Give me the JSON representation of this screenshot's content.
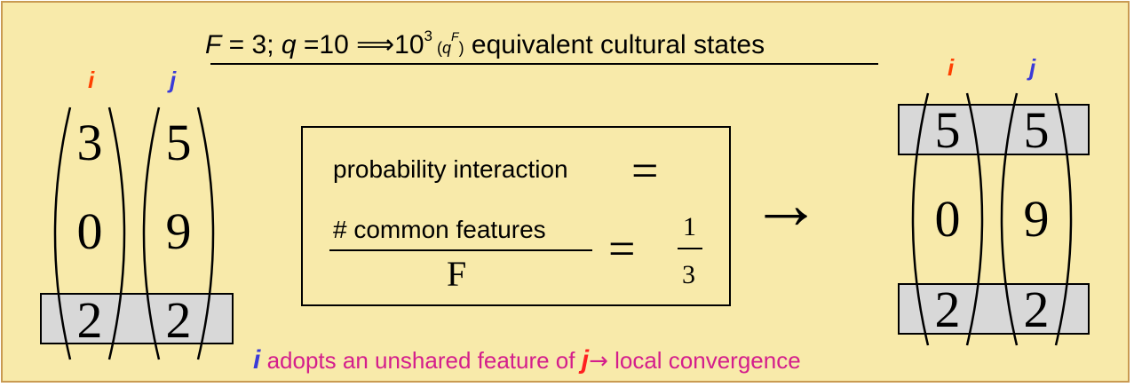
{
  "title": {
    "F_symbol": "F",
    "F_eq": " = 3; ",
    "q_symbol": "q",
    "q_eq": " =10 ",
    "arrow": "⟹",
    "base": "10",
    "exponent": "3",
    "paren_open": " (",
    "q_inner": "q",
    "F_inner": "F",
    "paren_close": ")",
    "suffix": "  equivalent cultural states"
  },
  "labels": {
    "i": "i",
    "j": "j"
  },
  "colors": {
    "background": "#f8eaaa",
    "border": "#c99a52",
    "i_label": "#ff4000",
    "j_label": "#3b3bd8",
    "bottom_text": "#d41e8c",
    "highlight": "#d8d8d8"
  },
  "left_vectors": {
    "i": [
      "3",
      "0",
      "2"
    ],
    "j": [
      "5",
      "9",
      "2"
    ]
  },
  "right_vectors": {
    "i": [
      "5",
      "0",
      "2"
    ],
    "j": [
      "5",
      "9",
      "2"
    ]
  },
  "formula": {
    "line1": "probability interaction",
    "equals": "=",
    "numerator": "# common features",
    "denominator": "F",
    "result_numerator": "1",
    "result_denominator": "3"
  },
  "transition_arrow": "→",
  "bottom": {
    "i": "i",
    "text1": " adopts an unshared feature of ",
    "j": "j",
    "arrow": "→",
    "text2": " local convergence"
  }
}
